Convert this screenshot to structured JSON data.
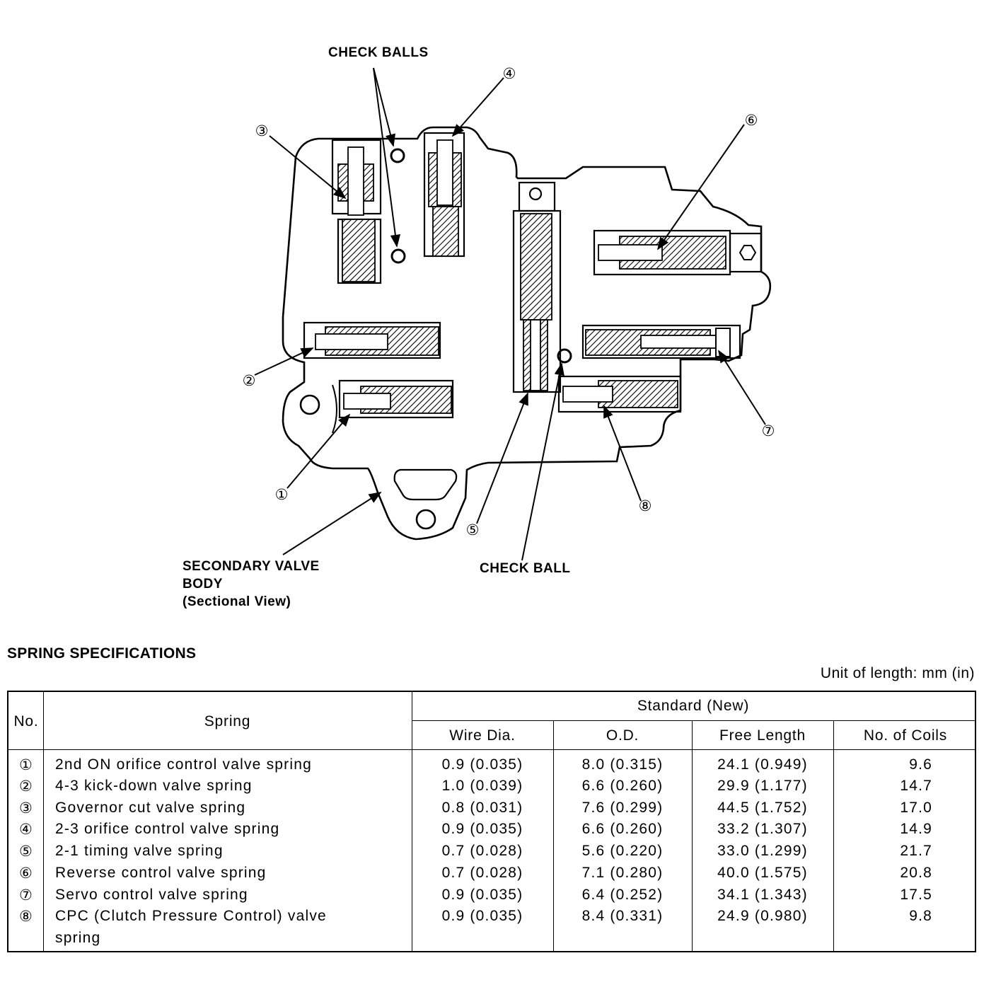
{
  "diagram": {
    "labels": {
      "check_balls": "CHECK BALLS",
      "check_ball": "CHECK BALL",
      "body_line1": "SECONDARY VALVE",
      "body_line2": "BODY",
      "body_line3": "(Sectional View)"
    },
    "callouts": [
      "①",
      "②",
      "③",
      "④",
      "⑤",
      "⑥",
      "⑦",
      "⑧"
    ]
  },
  "specs": {
    "title": "SPRING SPECIFICATIONS",
    "unit_note": "Unit of length: mm (in)",
    "headers": {
      "no": "No.",
      "spring": "Spring",
      "standard": "Standard (New)",
      "wire_dia": "Wire Dia.",
      "od": "O.D.",
      "free_length": "Free Length",
      "coils": "No. of Coils"
    },
    "rows": [
      {
        "no": "①",
        "spring": "2nd ON orifice control valve spring",
        "wire": "0.9 (0.035)",
        "od": "8.0 (0.315)",
        "free": "24.1 (0.949)",
        "coils": "9.6"
      },
      {
        "no": "②",
        "spring": "4-3 kick-down valve spring",
        "wire": "1.0 (0.039)",
        "od": "6.6 (0.260)",
        "free": "29.9 (1.177)",
        "coils": "14.7"
      },
      {
        "no": "③",
        "spring": "Governor cut valve spring",
        "wire": "0.8 (0.031)",
        "od": "7.6 (0.299)",
        "free": "44.5 (1.752)",
        "coils": "17.0"
      },
      {
        "no": "④",
        "spring": "2-3 orifice control valve spring",
        "wire": "0.9 (0.035)",
        "od": "6.6 (0.260)",
        "free": "33.2 (1.307)",
        "coils": "14.9"
      },
      {
        "no": "⑤",
        "spring": "2-1 timing valve spring",
        "wire": "0.7 (0.028)",
        "od": "5.6 (0.220)",
        "free": "33.0 (1.299)",
        "coils": "21.7"
      },
      {
        "no": "⑥",
        "spring": "Reverse control valve spring",
        "wire": "0.7 (0.028)",
        "od": "7.1 (0.280)",
        "free": "40.0 (1.575)",
        "coils": "20.8"
      },
      {
        "no": "⑦",
        "spring": "Servo control valve spring",
        "wire": "0.9 (0.035)",
        "od": "6.4 (0.252)",
        "free": "34.1 (1.343)",
        "coils": "17.5"
      },
      {
        "no": "⑧",
        "spring": "CPC (Clutch Pressure Control) valve",
        "spring2": "spring",
        "wire": "0.9 (0.035)",
        "od": "8.4 (0.331)",
        "free": "24.9 (0.980)",
        "coils": "9.8"
      }
    ]
  }
}
